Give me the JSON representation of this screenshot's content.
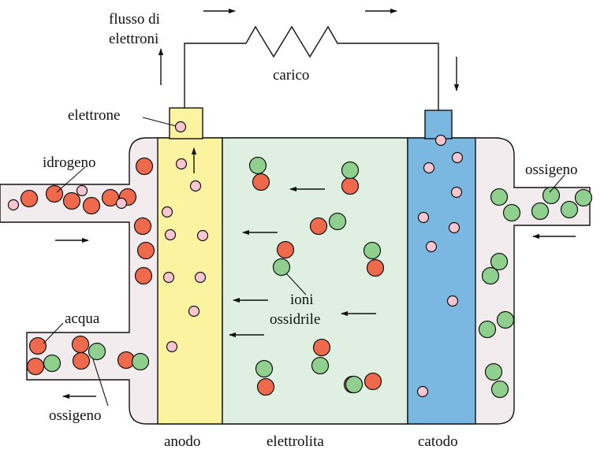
{
  "labels": {
    "electron_flow_line1": "flusso di",
    "electron_flow_line2": "elettroni",
    "load": "carico",
    "electron": "elettrone",
    "hydrogen": "idrogeno",
    "water": "acqua",
    "oxygen_out": "ossigeno",
    "oxygen_in": "ossigeno",
    "hydroxide_line1": "ioni",
    "hydroxide_line2": "ossidrile",
    "anode": "anodo",
    "electrolyte": "elettrolita",
    "cathode": "catodo"
  },
  "colors": {
    "hydrogen_atom": "#ef6a4c",
    "oxygen_atom": "#8fd08f",
    "electron": "#f8c6d0",
    "anode": "#fbf3a0",
    "electrolyte": "#dff0e2",
    "cathode": "#7ab8e2",
    "chamber": "#f3ecef",
    "outline": "#111111"
  }
}
